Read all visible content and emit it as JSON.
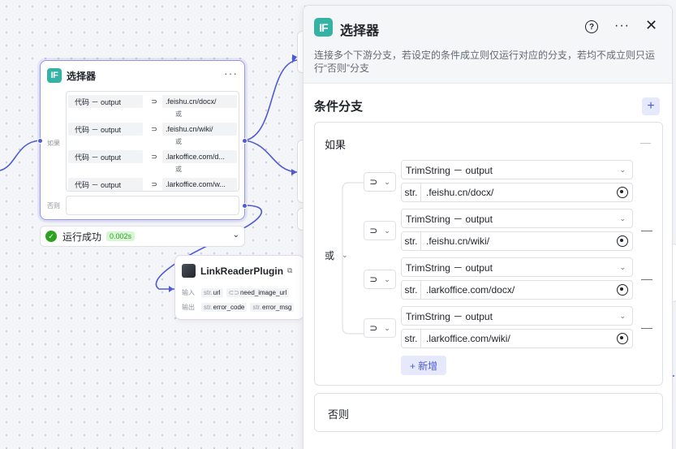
{
  "canvas": {
    "selector_node": {
      "title": "选择器",
      "icon": "IF",
      "more": "···",
      "if_label": "如果",
      "else_label": "否则",
      "or_label": "或",
      "conditions": [
        {
          "left": "代码 － output",
          "op": "⊃",
          "right": ".feishu.cn/docx/"
        },
        {
          "left": "代码 － output",
          "op": "⊃",
          "right": ".feishu.cn/wiki/"
        },
        {
          "left": "代码 － output",
          "op": "⊃",
          "right": ".larkoffice.com/d..."
        },
        {
          "left": "代码 － output",
          "op": "⊃",
          "right": ".larkoffice.com/w..."
        }
      ]
    },
    "run_status": {
      "text": "运行成功",
      "time": "0.002s"
    },
    "plugin_node": {
      "title": "LinkReaderPlugin",
      "input_label": "输入",
      "output_label": "输出",
      "inputs": [
        {
          "type": "str.",
          "name": "url"
        },
        {
          "type": "⊂⊃",
          "name": "need_image_url"
        }
      ],
      "outputs": [
        {
          "type": "str.",
          "name": "error_code"
        },
        {
          "type": "str.",
          "name": "error_msg"
        }
      ]
    },
    "edge_color": "#4e5bd6"
  },
  "panel": {
    "icon": "IF",
    "title": "选择器",
    "help_icon": "?",
    "more_icon": "···",
    "close_icon": "✕",
    "description": "连接多个下游分支，若设定的条件成立则仅运行对应的分支，若均不成立则只运行“否则”分支",
    "section_title": "条件分支",
    "add_branch": "+",
    "if_card": {
      "label": "如果",
      "collapse": "—",
      "logic": "或",
      "conditions": [
        {
          "op": "⊃",
          "left": "TrimString － output",
          "type": "str.",
          "value": ".feishu.cn/docx/"
        },
        {
          "op": "⊃",
          "left": "TrimString － output",
          "type": "str.",
          "value": ".feishu.cn/wiki/"
        },
        {
          "op": "⊃",
          "left": "TrimString － output",
          "type": "str.",
          "value": ".larkoffice.com/docx/"
        },
        {
          "op": "⊃",
          "left": "TrimString － output",
          "type": "str.",
          "value": ".larkoffice.com/wiki/"
        }
      ],
      "add_label": "+ 新增"
    },
    "else_card": {
      "label": "否则"
    }
  },
  "colors": {
    "accent": "#4e5bd6",
    "if_icon": "#34b3a4",
    "success": "#2ea121"
  }
}
